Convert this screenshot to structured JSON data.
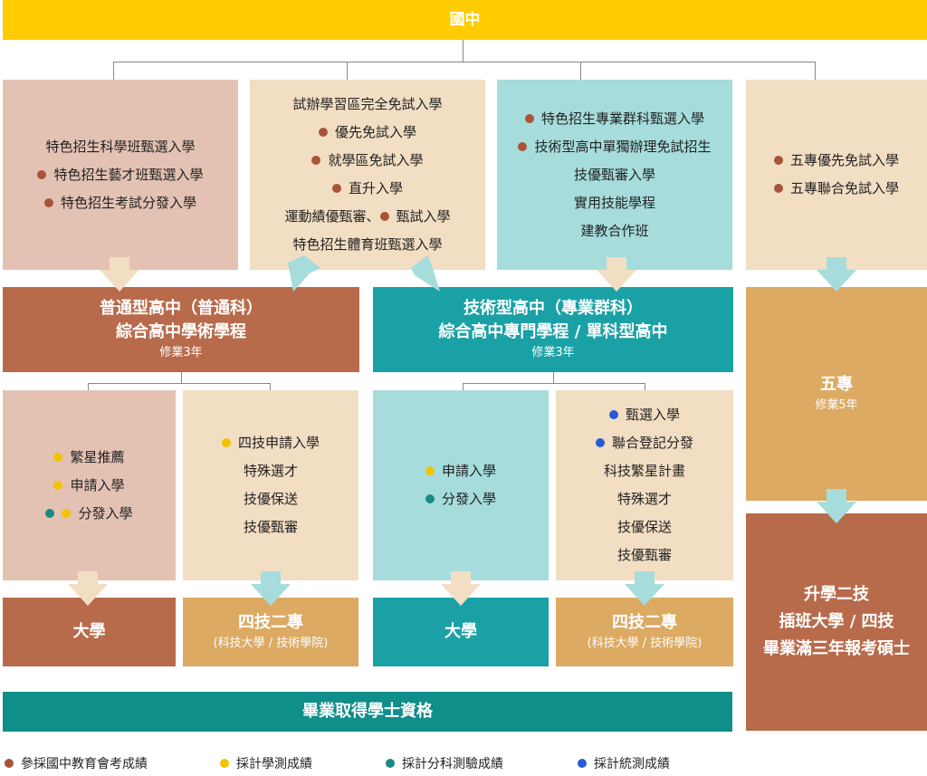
{
  "top": {
    "title": "國中"
  },
  "colors": {
    "header": "#ffcc00",
    "pink": "#e3c2b4",
    "beige": "#f2dec3",
    "lightteal": "#a6dcdc",
    "brown": "#b86b4b",
    "teal": "#1aa1a6",
    "tan": "#dcaa62",
    "darkteal": "#0f8e8a"
  },
  "sources": {
    "col1": {
      "lines": [
        {
          "dot": "",
          "text": "特色招生科學班甄選入學"
        },
        {
          "dot": "brown",
          "text": "特色招生藝才班甄選入學"
        },
        {
          "dot": "brown",
          "text": "特色招生考試分發入學"
        }
      ]
    },
    "col2": {
      "lines": [
        {
          "dot": "",
          "text": "試辦學習區完全免試入學"
        },
        {
          "dot": "brown",
          "text": "優先免試入學"
        },
        {
          "dot": "brown",
          "text": "就學區免試入學"
        },
        {
          "dot": "brown",
          "text": "直升入學"
        },
        {
          "dot": "",
          "text": "運動績優甄審、",
          "dot2": "brown",
          "text2": "甄試入學"
        },
        {
          "dot": "",
          "text": "特色招生體育班甄選入學"
        }
      ]
    },
    "col3": {
      "lines": [
        {
          "dot": "brown",
          "text": "特色招生專業群科甄選入學"
        },
        {
          "dot": "brown",
          "text": "技術型高中單獨辦理免試招生"
        },
        {
          "dot": "",
          "text": "技優甄審入學"
        },
        {
          "dot": "",
          "text": "實用技能學程"
        },
        {
          "dot": "",
          "text": "建教合作班"
        }
      ]
    },
    "col4": {
      "lines": [
        {
          "dot": "brown",
          "text": "五專優先免試入學"
        },
        {
          "dot": "brown",
          "text": "五專聯合免試入學"
        }
      ]
    }
  },
  "schools": {
    "general": {
      "line1": "普通型高中（普通科）",
      "line2": "綜合高中學術學程",
      "sub": "修業3年"
    },
    "technical": {
      "line1": "技術型高中（專業群科）",
      "line2": "綜合高中專門學程 / 單科型高中",
      "sub": "修業3年"
    },
    "junior_college": {
      "title": "五專",
      "sub": "修業5年"
    }
  },
  "routes": {
    "general_university": {
      "lines": [
        {
          "dots": [
            "yellow"
          ],
          "text": "繁星推薦"
        },
        {
          "dots": [
            "yellow"
          ],
          "text": "申請入學"
        },
        {
          "dots": [
            "teal",
            "yellow"
          ],
          "text": "分發入學"
        }
      ]
    },
    "general_tech": {
      "lines": [
        {
          "dots": [
            "yellow"
          ],
          "text": "四技申請入學"
        },
        {
          "dots": [],
          "text": "特殊選才"
        },
        {
          "dots": [],
          "text": "技優保送"
        },
        {
          "dots": [],
          "text": "技優甄審"
        }
      ]
    },
    "tech_university": {
      "lines": [
        {
          "dots": [
            "yellow"
          ],
          "text": "申請入學"
        },
        {
          "dots": [
            "teal"
          ],
          "text": "分發入學"
        }
      ]
    },
    "tech_tech": {
      "lines": [
        {
          "dots": [
            "blue"
          ],
          "text": "甄選入學"
        },
        {
          "dots": [
            "blue"
          ],
          "text": "聯合登記分發"
        },
        {
          "dots": [],
          "text": "科技繁星計畫"
        },
        {
          "dots": [],
          "text": "特殊選才"
        },
        {
          "dots": [],
          "text": "技優保送"
        },
        {
          "dots": [],
          "text": "技優甄審"
        }
      ]
    }
  },
  "destinations": {
    "university1": {
      "title": "大學"
    },
    "tech1": {
      "title": "四技二專",
      "sub": "(科技大學 / 技術學院)"
    },
    "university2": {
      "title": "大學"
    },
    "tech2": {
      "title": "四技二專",
      "sub": "(科技大學 / 技術學院)"
    },
    "further": {
      "lines": [
        "升學二技",
        "插班大學 / 四技",
        "畢業滿三年報考碩士"
      ]
    }
  },
  "bottom": {
    "title": "畢業取得學士資格"
  },
  "legend": [
    {
      "dot": "brown",
      "text": "參採國中教育會考成績"
    },
    {
      "dot": "yellow",
      "text": "採計學測成績"
    },
    {
      "dot": "teal",
      "text": "採計分科測驗成績"
    },
    {
      "dot": "blue",
      "text": "採計統測成績"
    }
  ]
}
